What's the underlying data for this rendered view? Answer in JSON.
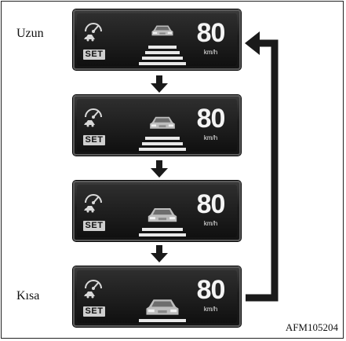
{
  "labels": {
    "long": "Uzun",
    "short": "Kısa"
  },
  "panels": [
    {
      "speed": "80",
      "unit": "km/h",
      "set": "SET",
      "gap_level": 4
    },
    {
      "speed": "80",
      "unit": "km/h",
      "set": "SET",
      "gap_level": 3
    },
    {
      "speed": "80",
      "unit": "km/h",
      "set": "SET",
      "gap_level": 2
    },
    {
      "speed": "80",
      "unit": "km/h",
      "set": "SET",
      "gap_level": 1
    }
  ],
  "code": "AFM105204",
  "colors": {
    "panel": "#1c1c1c",
    "arrow": "#1a1a1a",
    "text": "#111111"
  }
}
